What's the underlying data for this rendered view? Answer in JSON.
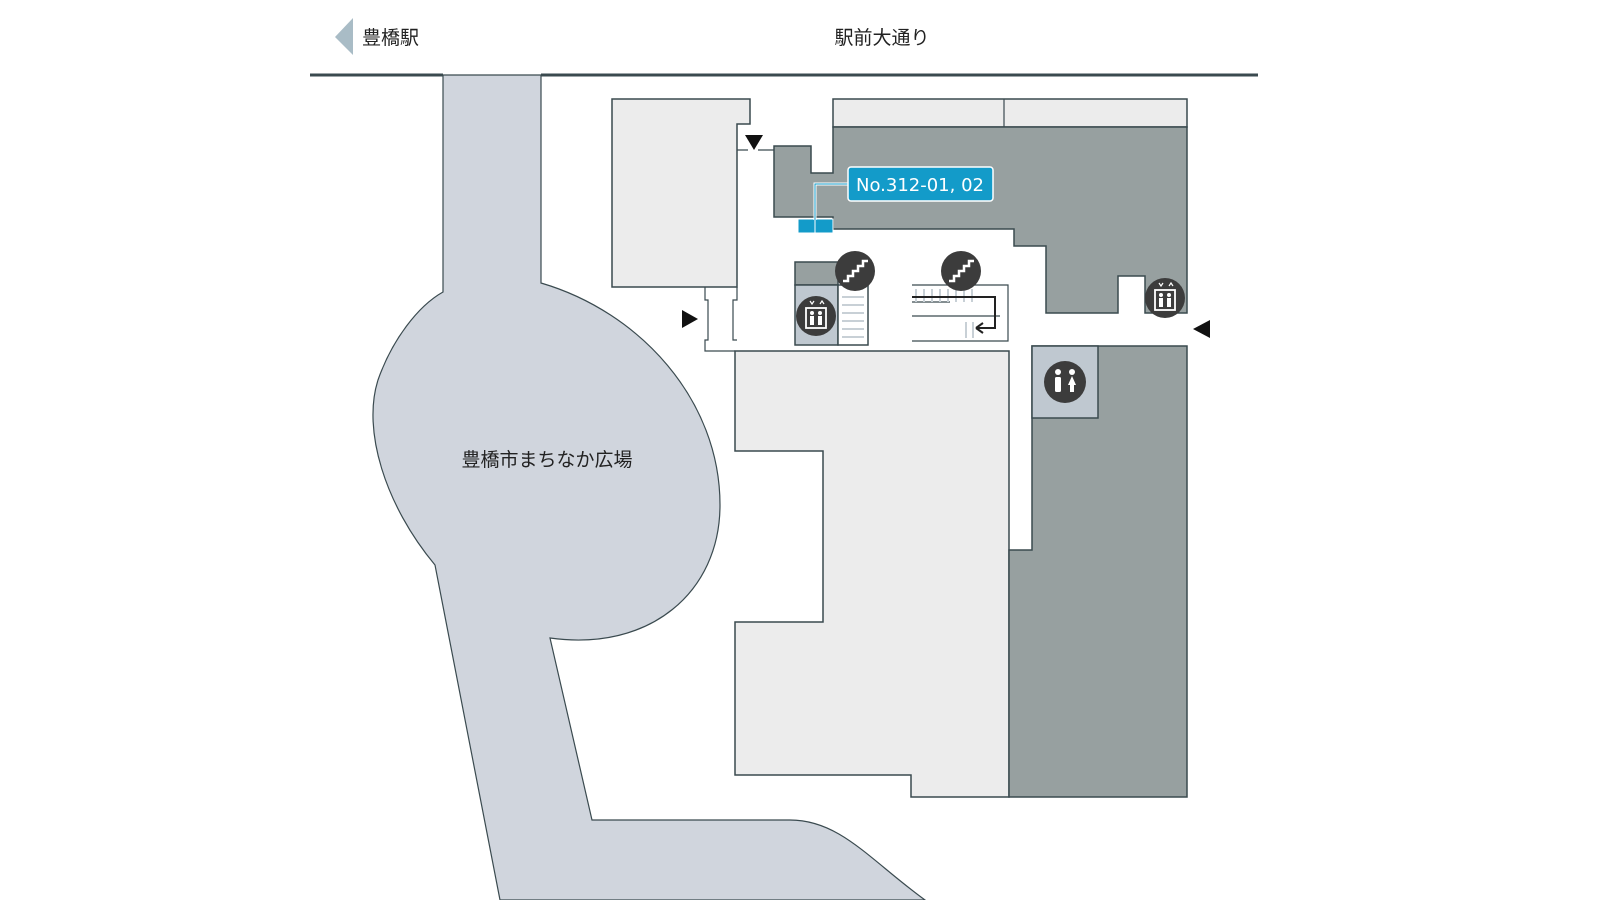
{
  "labels": {
    "station": "豊橋駅",
    "street": "駅前大通り",
    "plaza": "豊橋市まちなか広場",
    "unit": "No.312-01, 02"
  },
  "icons": [
    "back-arrow-icon",
    "stairs-icon",
    "elevator-icon",
    "toilet-icon",
    "entrance-arrow-icon"
  ],
  "colors": {
    "highlight": "#139bc9",
    "plaza": "#d0d5dd",
    "building_light": "#ececec",
    "building_dark": "#97a0a0",
    "facility": "#bfc8d0",
    "icon_bg": "#3c3c3c"
  }
}
